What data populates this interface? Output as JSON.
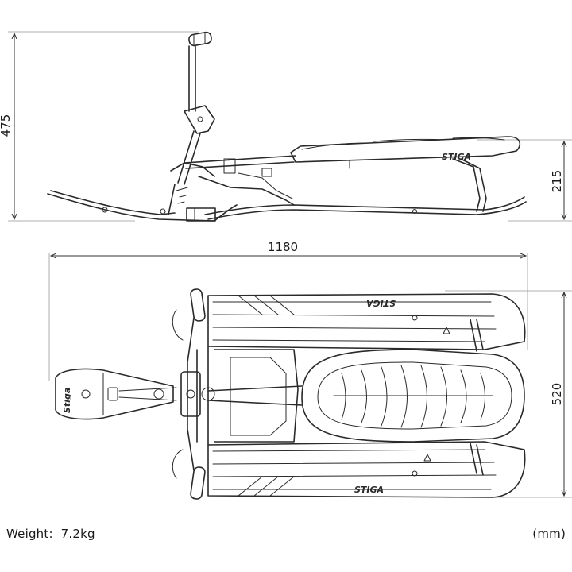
{
  "dimensions": {
    "side_total_height": "475",
    "seat_height": "215",
    "overall_length": "1180",
    "overall_width": "520"
  },
  "brand": {
    "logo_text": "STIGA",
    "ski_logo_text": "Stiga"
  },
  "footer": {
    "weight_label": "Weight:",
    "weight_value": "7.2kg",
    "units": "(mm)"
  }
}
